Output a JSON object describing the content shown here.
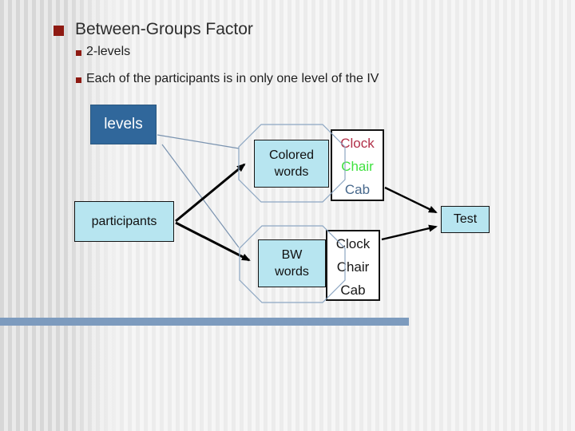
{
  "slide": {
    "title": "Between-Groups Factor",
    "bullets": [
      {
        "text": "2-levels"
      },
      {
        "text": "Each of the participants is in only one level of the IV"
      }
    ]
  },
  "diagram": {
    "levels_label": "levels",
    "participants_label": "participants",
    "groups": [
      {
        "condition_line1": "Colored",
        "condition_line2": "words",
        "words": [
          {
            "text": "Clock",
            "color": "#b12f48"
          },
          {
            "text": "Chair",
            "color": "#3fe23f"
          },
          {
            "text": "Cab",
            "color": "#47688c"
          }
        ]
      },
      {
        "condition_line1": "BW",
        "condition_line2": "words",
        "words": [
          {
            "text": "Clock",
            "color": "#161616"
          },
          {
            "text": "Chair",
            "color": "#161616"
          },
          {
            "text": "Cab",
            "color": "#161616"
          }
        ]
      }
    ],
    "test_label": "Test"
  },
  "colors": {
    "bullet": "#8e1a12",
    "levels_fill": "#30679b",
    "condition_fill": "#b7e5f0",
    "connector_thin": "#7a93b0",
    "octagon_stroke": "#8ca6c2",
    "arrow": "#000000",
    "accent_bar": "#7d9bbe"
  }
}
